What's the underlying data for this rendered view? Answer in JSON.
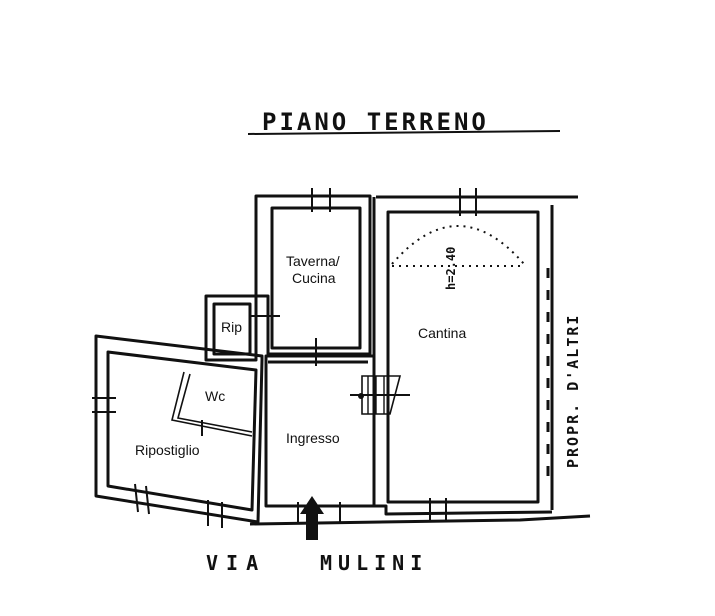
{
  "title": "PIANO TERRENO",
  "rooms": {
    "taverna_line1": "Taverna/",
    "taverna_line2": "Cucina",
    "rip": "Rip",
    "wc": "Wc",
    "ripostiglio": "Ripostiglio",
    "ingresso": "Ingresso",
    "cantina": "Cantina"
  },
  "ceiling_height": "h=2.40",
  "neighbor_label": "PROPR. D'ALTRI",
  "street": {
    "word1": "VIA",
    "word2": "MULINI"
  }
}
